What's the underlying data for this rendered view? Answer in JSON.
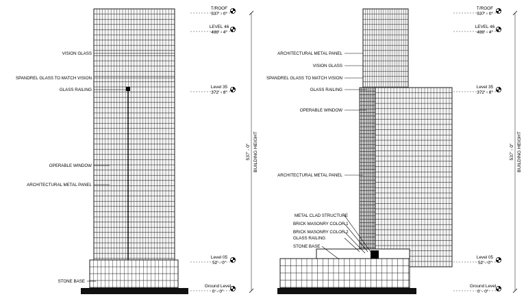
{
  "left_elevation": {
    "callouts": [
      "VISION GLASS",
      "SPANDREL GLASS TO MATCH VISION",
      "GLASS RAILING",
      "OPERABLE WINDOW",
      "ARCHITECTURAL METAL PANEL",
      "STONE BASE"
    ],
    "levels": [
      {
        "name": "T/ROOF",
        "elevation": "537' - 0\""
      },
      {
        "name": "LEVEL 46",
        "elevation": "488' - 4\""
      },
      {
        "name": "Level 35",
        "elevation": "372' - 8\""
      },
      {
        "name": "Level 05",
        "elevation": "52' - 0\""
      },
      {
        "name": "Ground Level",
        "elevation": "0' - 0\""
      }
    ],
    "overall_height": "537' - 0\"",
    "height_label": "BUILDING HEIGHT"
  },
  "right_elevation": {
    "callouts": [
      "ARCHITECTURAL METAL PANEL",
      "VISION GLASS",
      "SPANDREL GLASS TO MATCH VISION",
      "GLASS RAILING",
      "OPERABLE WINDOW",
      "ARCHITECTURAL METAL PANEL",
      "METAL CLAD STRUCTURE",
      "BRICK MASONRY COLOR 1",
      "BRICK MASONRY COLOR 2",
      "GLASS RAILING",
      "STONE BASE"
    ],
    "levels": [
      {
        "name": "T/ROOF",
        "elevation": "537' - 0\""
      },
      {
        "name": "LEVEL 46",
        "elevation": "488' - 4\""
      },
      {
        "name": "Level 35",
        "elevation": "372' - 8\""
      },
      {
        "name": "Level 05",
        "elevation": "52' - 0\""
      },
      {
        "name": "Ground Level",
        "elevation": "0' - 0\""
      }
    ],
    "overall_height": "537' - 0\"",
    "height_label": "BUILDING HEIGHT"
  },
  "colors": {
    "line": "#000000",
    "glass": "#f4f4f4",
    "ground": "#111111"
  }
}
